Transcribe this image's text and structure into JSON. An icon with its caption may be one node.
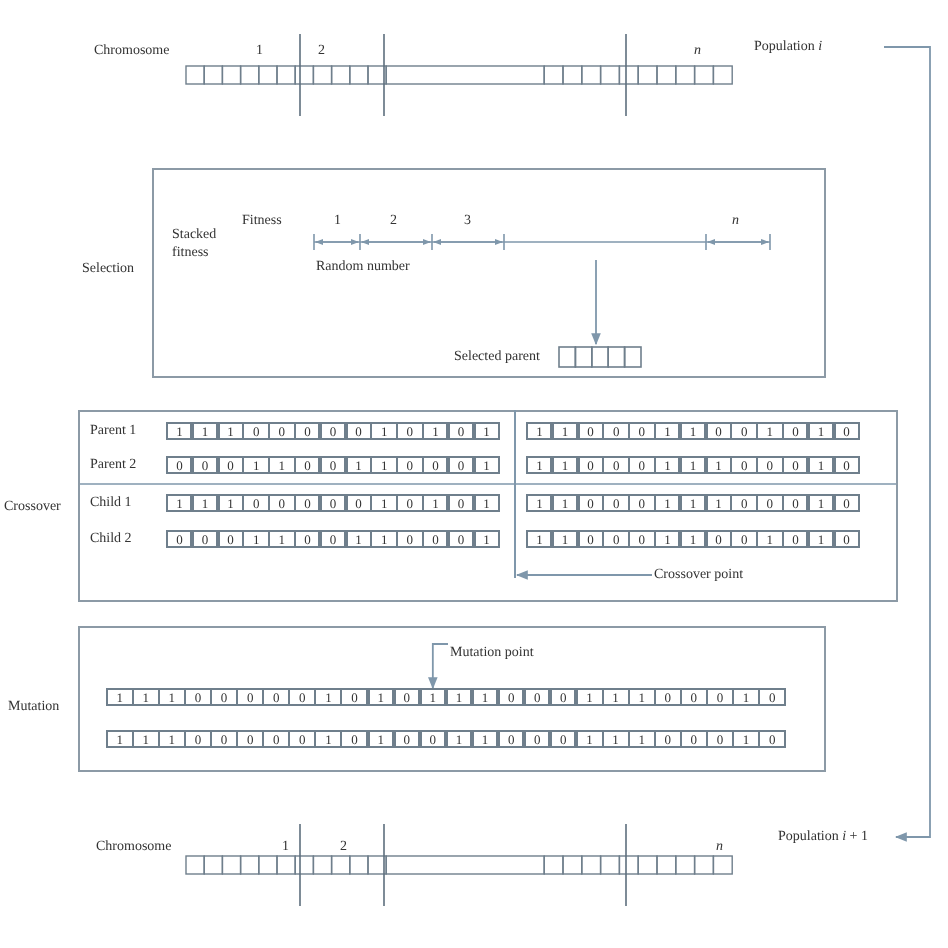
{
  "diagram": {
    "nodes": [
      {
        "text": [
          "Population *i*"
        ]
      },
      {
        "text": [
          "Selection"
        ]
      },
      {
        "text": [
          "Selected parent"
        ],
        "in": 1
      },
      {
        "text": [
          "Crossover"
        ]
      },
      {
        "text": [
          "Crossover point"
        ],
        "in": 3
      },
      {
        "text": [
          "Mutation"
        ]
      },
      {
        "text": [
          "Mutation point"
        ],
        "in": 5
      },
      {
        "text": [
          "Population *i* + 1"
        ]
      },
      {
        "text": [],
        "shape": "line",
        "in": 3
      },
      {
        "text": [
          "1"
        ],
        "in": 5
      }
    ],
    "edges": [
      {
        "from": 0,
        "to": 7,
        "arrow": "to"
      },
      {
        "from": null,
        "to": 2,
        "arrow": "to"
      },
      {
        "from": 4,
        "to": 8,
        "arrow": "to"
      },
      {
        "from": 6,
        "to": 9,
        "arrow": "to"
      }
    ],
    "labels": [
      "Chromosome",
      "1",
      "2",
      "n",
      "Fitness",
      "1",
      "2",
      "3",
      "n",
      "Stacked fitness",
      "Random number",
      "Parent 1",
      "1",
      "1",
      "1",
      "0",
      "0",
      "0",
      "0",
      "0",
      "1",
      "0",
      "1",
      "0",
      "1",
      "1",
      "1",
      "0",
      "0",
      "0",
      "1",
      "1",
      "0",
      "0",
      "1",
      "0",
      "1",
      "0",
      "Parent 2",
      "0",
      "0",
      "0",
      "1",
      "1",
      "0",
      "0",
      "1",
      "1",
      "0",
      "0",
      "0",
      "1",
      "1",
      "1",
      "0",
      "0",
      "0",
      "1",
      "1",
      "1",
      "0",
      "0",
      "0",
      "1",
      "0",
      "Child 1",
      "1",
      "1",
      "1",
      "0",
      "0",
      "0",
      "0",
      "0",
      "1",
      "0",
      "1",
      "0",
      "1",
      "1",
      "1",
      "0",
      "0",
      "0",
      "1",
      "1",
      "1",
      "0",
      "0",
      "0",
      "1",
      "0",
      "Child 2",
      "0",
      "0",
      "0",
      "1",
      "1",
      "0",
      "0",
      "1",
      "1",
      "0",
      "0",
      "0",
      "1",
      "1",
      "1",
      "0",
      "0",
      "0",
      "1",
      "1",
      "0",
      "0",
      "1",
      "0",
      "1",
      "0",
      "1",
      "1",
      "1",
      "0",
      "0",
      "0",
      "0",
      "0",
      "1",
      "0",
      "1",
      "0",
      "1",
      "1",
      "0",
      "0",
      "0",
      "1",
      "1",
      "1",
      "0",
      "0",
      "0",
      "1",
      "0",
      "1",
      "1",
      "1",
      "0",
      "0",
      "0",
      "0",
      "0",
      "1",
      "0",
      "1",
      "0",
      "0",
      "1",
      "1",
      "0",
      "0",
      "0",
      "1",
      "1",
      "1",
      "0",
      "0",
      "0",
      "1",
      "0",
      "Chromosome",
      "1",
      "2",
      "n"
    ]
  }
}
